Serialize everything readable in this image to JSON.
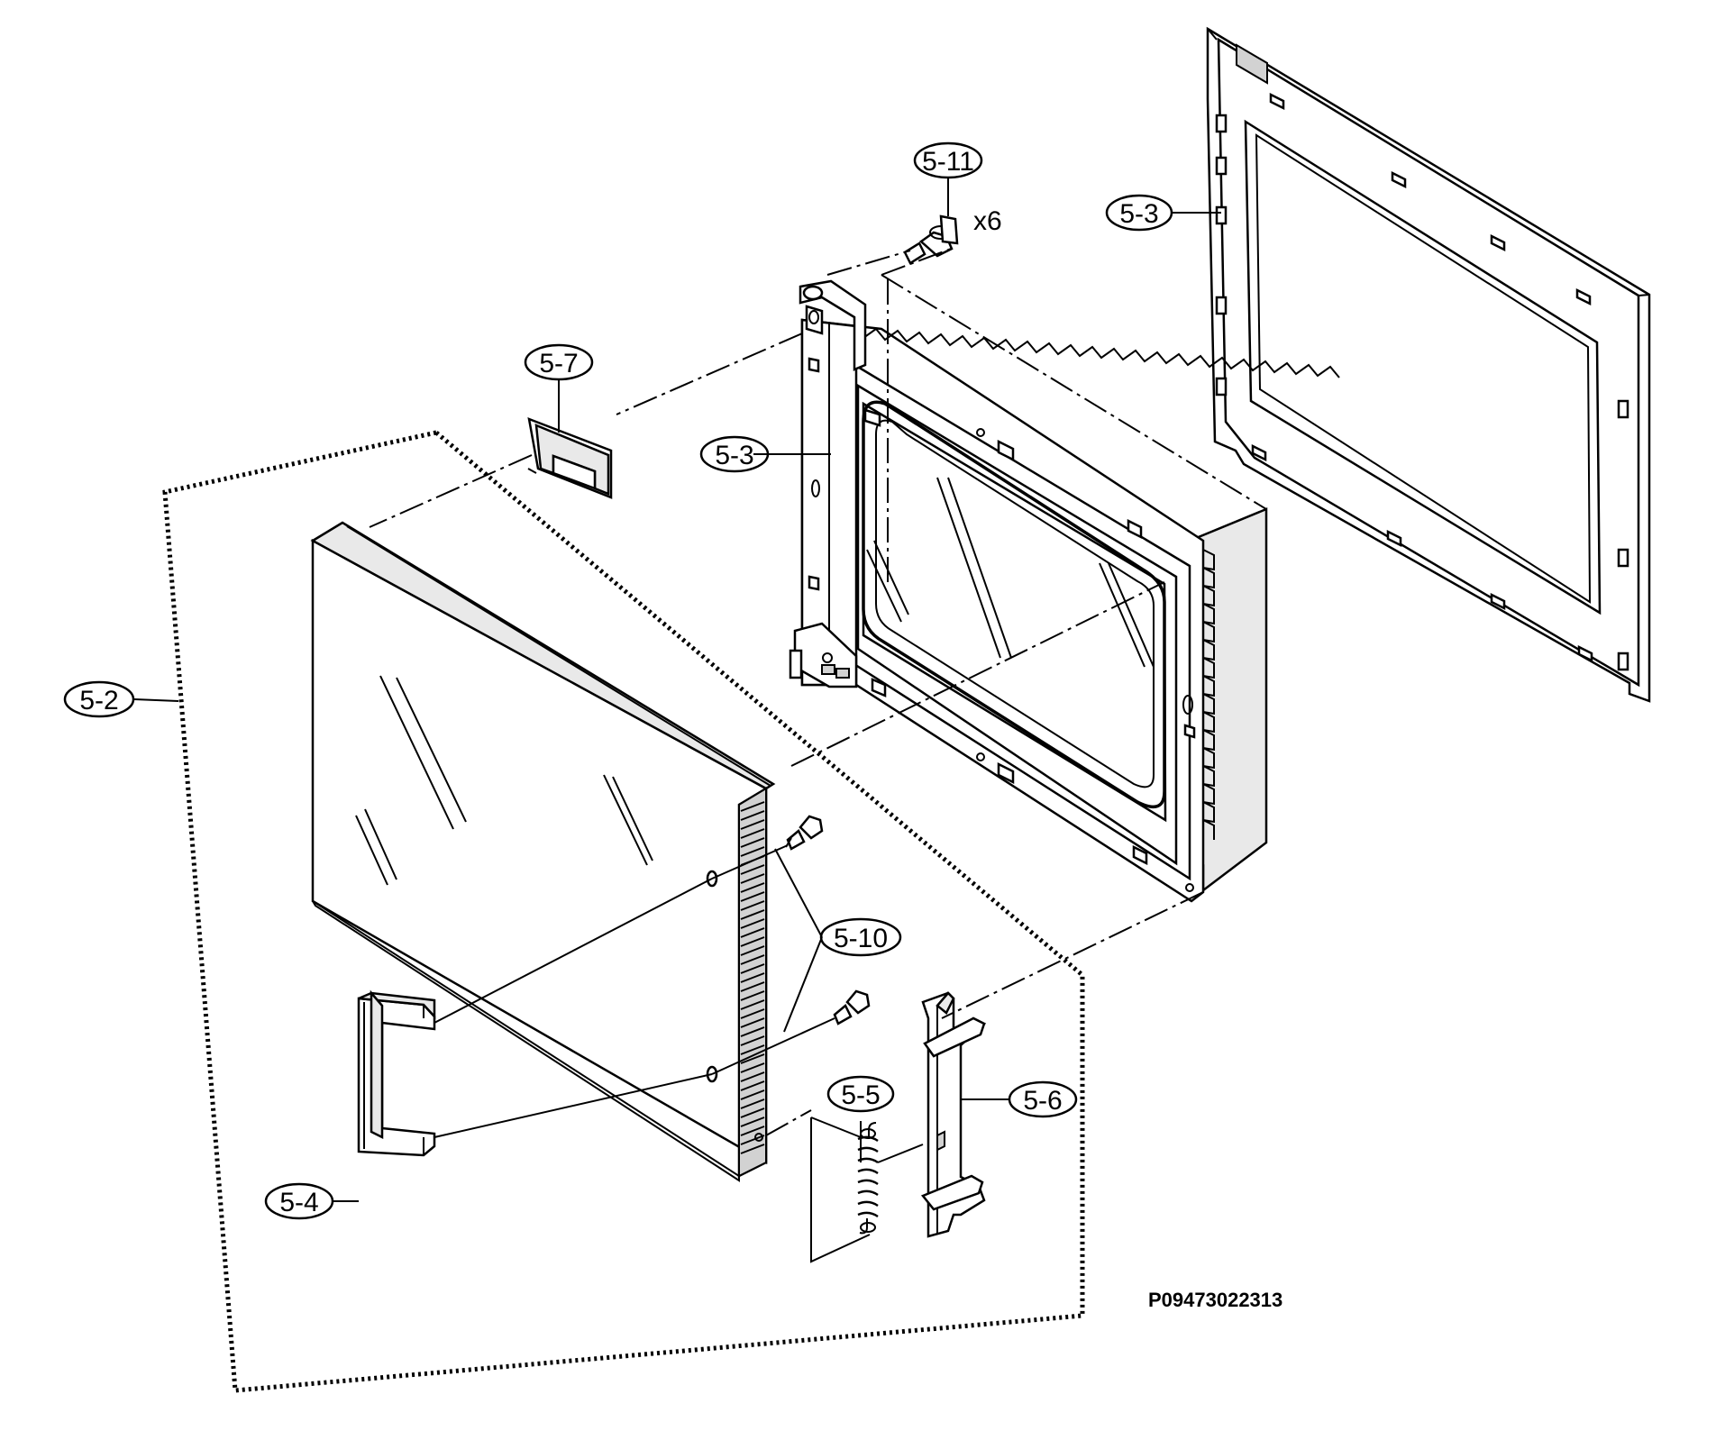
{
  "callouts": {
    "door_ass": "5-2",
    "choke_cover_front": "5-3",
    "choke_cover_rear": "5-3",
    "handle": "5-4",
    "spring": "5-5",
    "latch_head": "5-6",
    "door_stopper": "5-7",
    "screws_handle": "5-10",
    "screws_hinge": "5-11"
  },
  "quantity": "x6",
  "drawing_code": "P09473022313"
}
